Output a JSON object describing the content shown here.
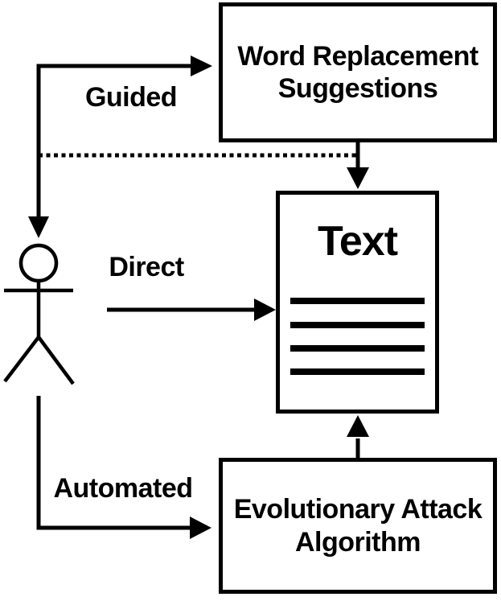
{
  "nodes": {
    "word_replacement": {
      "line1": "Word Replacement",
      "line2": "Suggestions"
    },
    "text_document": {
      "title": "Text"
    },
    "evolutionary": {
      "line1": "Evolutionary Attack",
      "line2": "Algorithm"
    }
  },
  "edges": {
    "guided": {
      "label": "Guided"
    },
    "direct": {
      "label": "Direct"
    },
    "automated": {
      "label": "Automated"
    }
  },
  "colors": {
    "stroke": "#000000",
    "background": "#ffffff"
  }
}
